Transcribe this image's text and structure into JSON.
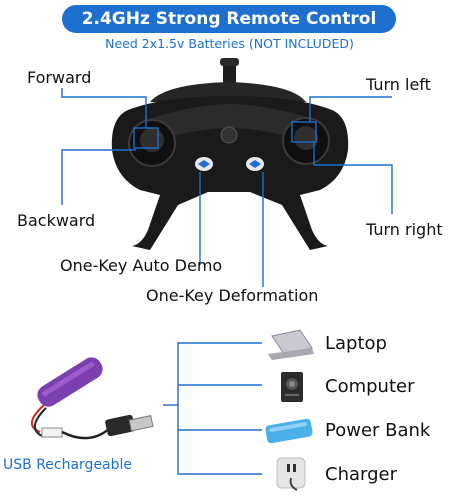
{
  "header": {
    "title": "2.4GHz Strong Remote Control",
    "subtitle": "Need 2x1.5v Batteries (NOT INCLUDED)"
  },
  "controller_labels": {
    "forward": "Forward",
    "backward": "Backward",
    "turn_left": "Turn left",
    "turn_right": "Turn right",
    "auto_demo": "One-Key Auto Demo",
    "deformation": "One-Key Deformation"
  },
  "charging": {
    "usb_label": "USB Rechargeable",
    "sources": [
      "Laptop",
      "Computer",
      "Power Bank",
      "Charger"
    ]
  },
  "colors": {
    "accent": "#1d6fd0",
    "battery": "#7b3fb0",
    "powerbank": "#4ab0e8"
  }
}
